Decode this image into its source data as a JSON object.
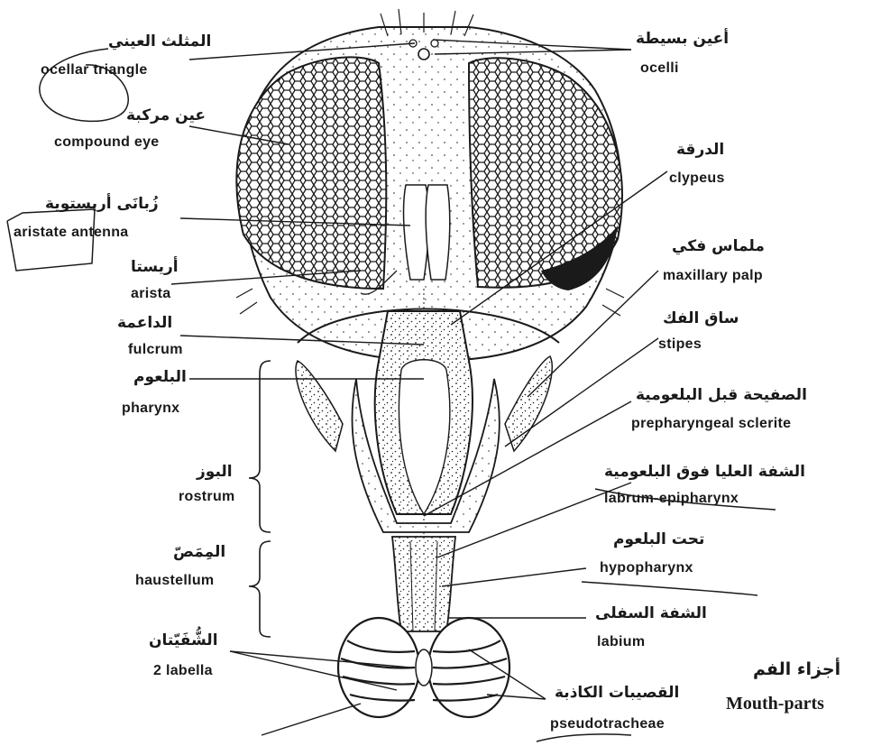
{
  "labels": {
    "ocellar_triangle": {
      "ar": "المثلث العيني",
      "en": "ocellar triangle"
    },
    "ocelli": {
      "ar": "أعين بسيطة",
      "en": "ocelli"
    },
    "compound_eye": {
      "ar": "عين مركبة",
      "en": "compound eye"
    },
    "clypeus": {
      "ar": "الدرقة",
      "en": "clypeus"
    },
    "aristate_antenna": {
      "ar": "زُبانَى أريستوية",
      "en": "aristate antenna"
    },
    "maxillary_palp": {
      "ar": "ملماس فكي",
      "en": "maxillary palp"
    },
    "arista": {
      "ar": "أريستا",
      "en": "arista"
    },
    "fulcrum": {
      "ar": "الداعمة",
      "en": "fulcrum"
    },
    "stipes": {
      "ar": "ساق الفك",
      "en": "stipes"
    },
    "pharynx": {
      "ar": "البلعوم",
      "en": "pharynx"
    },
    "prepharyngeal_sclerite": {
      "ar": "الصفيحة قبل البلعومية",
      "en": "prepharyngeal sclerite"
    },
    "rostrum": {
      "ar": "البوز",
      "en": "rostrum"
    },
    "labrum_epipharynx": {
      "ar": "الشفة العليا فوق البلعومية",
      "en": "labrum-epipharynx"
    },
    "haustellum": {
      "ar": "المِمَصّ",
      "en": "haustellum"
    },
    "hypopharynx": {
      "ar": "تحت البلعوم",
      "en": "hypopharynx"
    },
    "labium": {
      "ar": "الشفة السفلى",
      "en": "labium"
    },
    "labella": {
      "ar": "الشُّفَيّتان",
      "en": "2 labella"
    },
    "pseudotracheae": {
      "ar": "القصيبات الكاذبة",
      "en": "pseudotracheae"
    }
  },
  "title": {
    "ar": "أجزاء الفم",
    "en": "Mouth-parts"
  },
  "colors": {
    "ink": "#1a1a1a",
    "paper": "#ffffff"
  }
}
